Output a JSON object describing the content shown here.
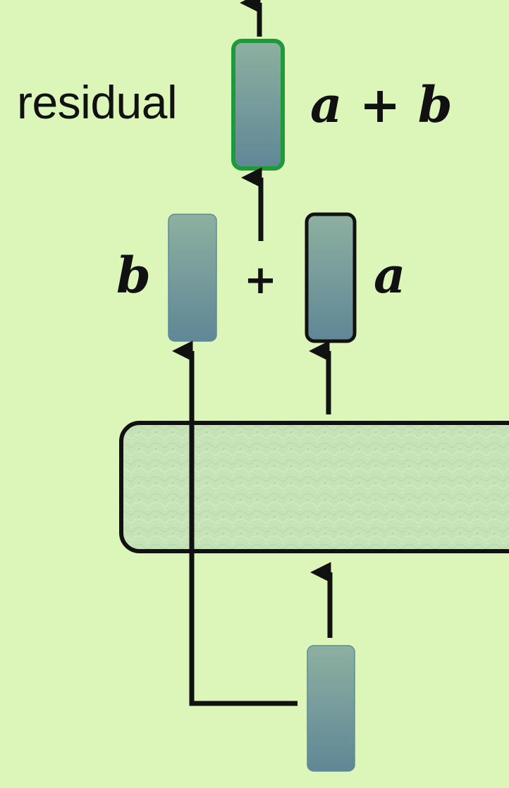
{
  "labels": {
    "residual": "residual",
    "sum": "a + b",
    "b": "b",
    "plus": "+",
    "a": "a"
  },
  "colors": {
    "background": "#dcf5b8",
    "vector_top": "#8eb0a0",
    "vector_bottom": "#5f8796",
    "residual_border": "#1f9a3a",
    "stroke": "#111111",
    "layer_fill": "#c6e3b8"
  }
}
